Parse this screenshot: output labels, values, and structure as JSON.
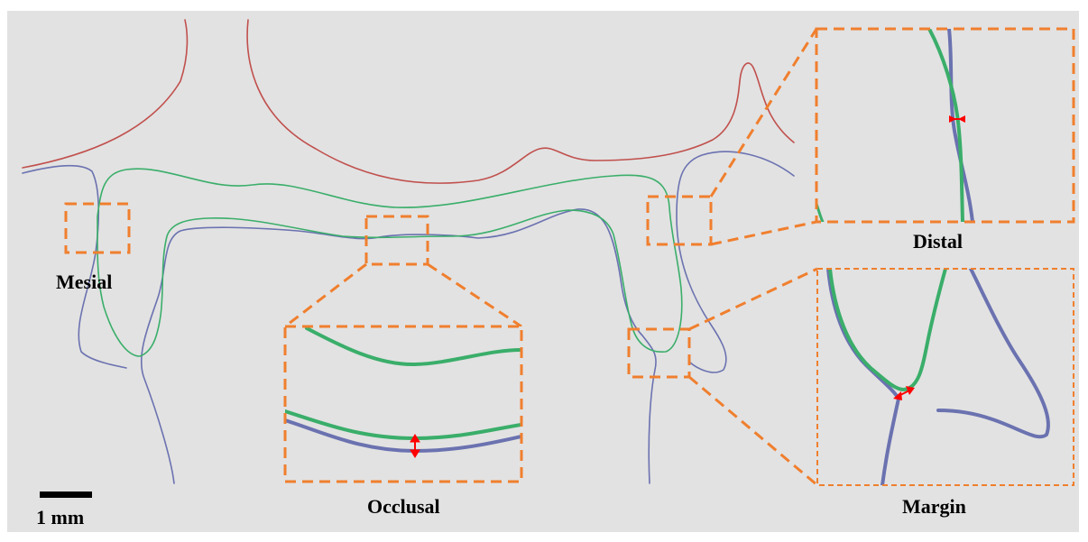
{
  "labels": {
    "mesial": "Mesial",
    "occlusal": "Occlusal",
    "distal": "Distal",
    "margin": "Margin",
    "scale": "1 mm"
  },
  "colors": {
    "background": "#e2e2e2",
    "red_contour": "#c0504d",
    "blue_contour": "#6b72b0",
    "green_contour": "#3aae6a",
    "box": "#f07f2e",
    "marker": "#ff0000"
  }
}
